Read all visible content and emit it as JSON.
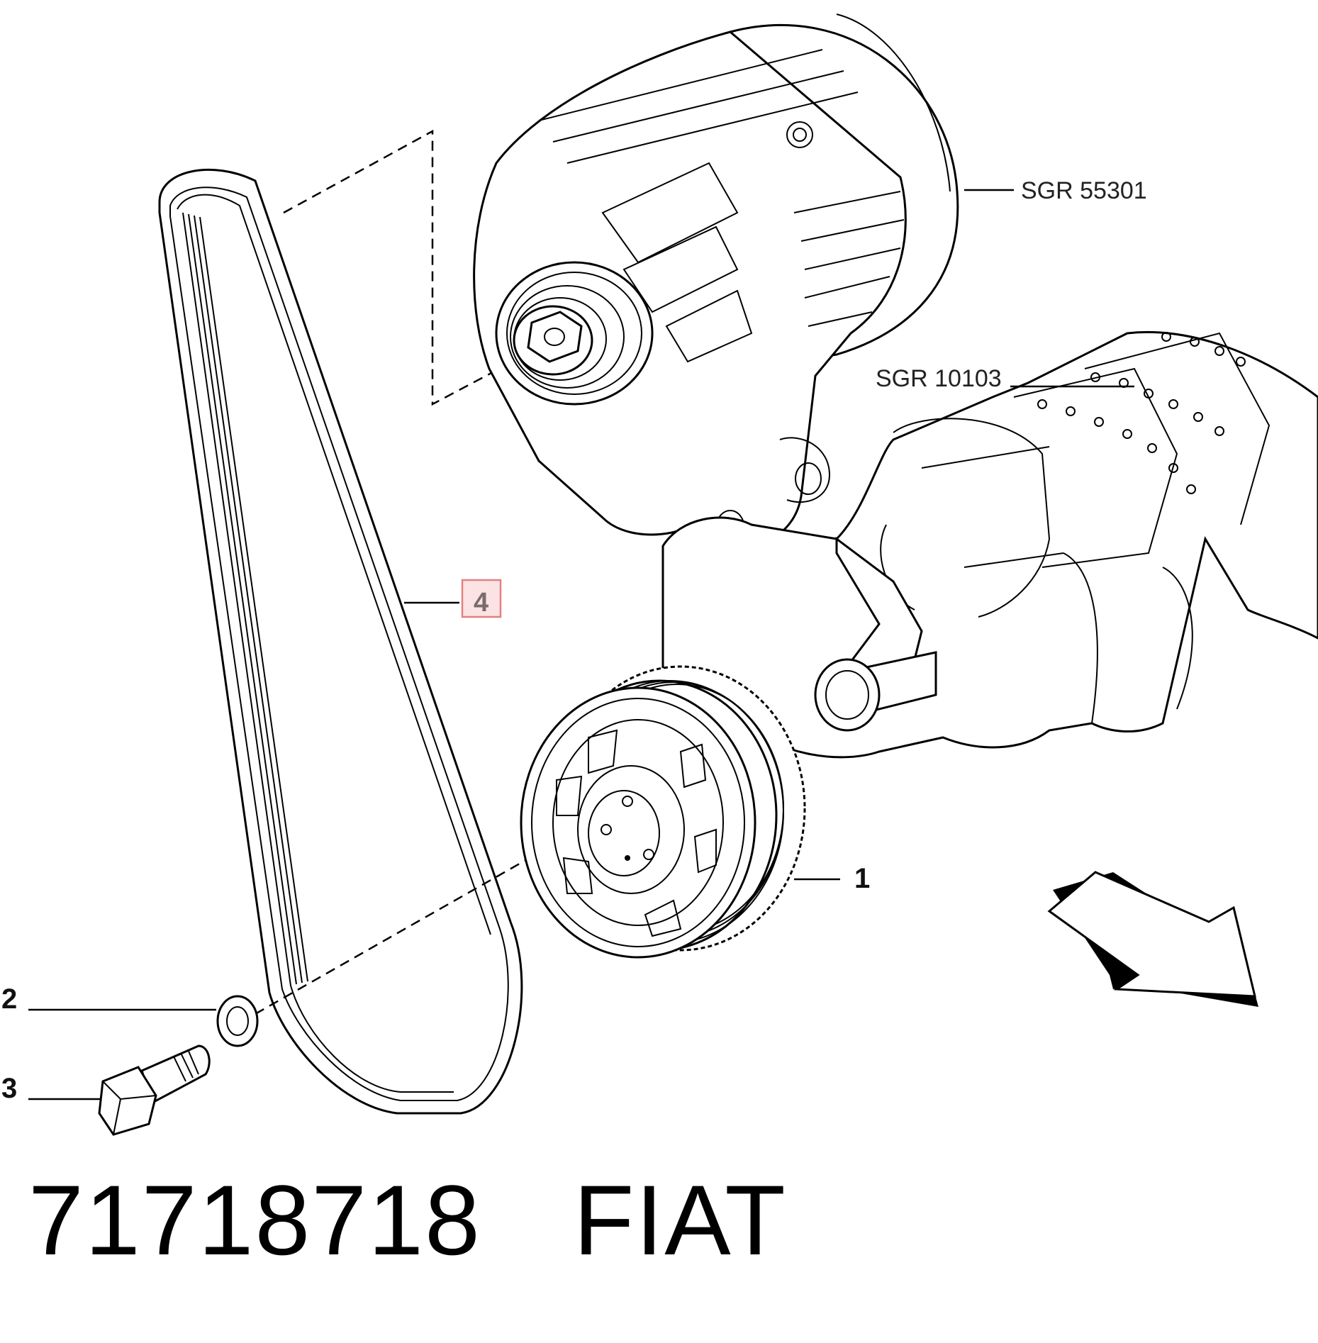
{
  "diagram": {
    "references": {
      "alternator": "SGR 55301",
      "crankshaft": "SGR 10103"
    },
    "callouts": {
      "pulley": "1",
      "washer": "2",
      "bolt": "3",
      "belt": "4"
    },
    "highlight_color": "#e58080"
  },
  "footer": {
    "part_number": "71718718",
    "brand": "FIAT"
  }
}
